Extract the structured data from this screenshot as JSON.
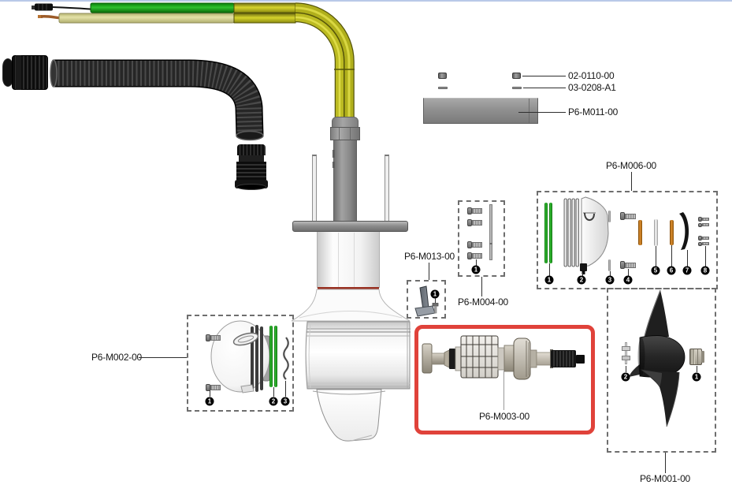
{
  "colors": {
    "highlight_red": "#e0423a",
    "dash_gray": "#6e6e6e",
    "line_dark": "#2f2f2f",
    "cable_green": "#1ea31e",
    "cable_khaki": "#d9d697",
    "cable_olive": "#b3b21d",
    "cable_olive_dark": "#55540a",
    "strip_green": "#35c135",
    "strip_green_dark": "#0c6b0c",
    "strip_orange": "#c8791b",
    "metal_mid": "#8f8f8f",
    "part_black": "#1a1a1a"
  },
  "parts": {
    "screw_set": {
      "label": "02-0110-00"
    },
    "washer_set": {
      "label": "03-0208-A1"
    },
    "clamp_plate": {
      "label": "P6-M011-00"
    },
    "stator_kit": {
      "label": "P6-M006-00",
      "callouts": [
        "1",
        "2",
        "3",
        "4",
        "5",
        "6",
        "7",
        "8"
      ]
    },
    "anode_bracket": {
      "label": "P6-M013-00",
      "callouts": [
        "1"
      ]
    },
    "screw_kit": {
      "label": "P6-M004-00",
      "callouts": [
        "1"
      ]
    },
    "nose_cone_kit": {
      "label": "P6-M002-00",
      "callouts": [
        "1",
        "2",
        "3"
      ]
    },
    "rotor_assembly": {
      "label": "P6-M003-00"
    },
    "propeller_kit": {
      "label": "P6-M001-00",
      "callouts": [
        "1",
        "2"
      ]
    }
  }
}
